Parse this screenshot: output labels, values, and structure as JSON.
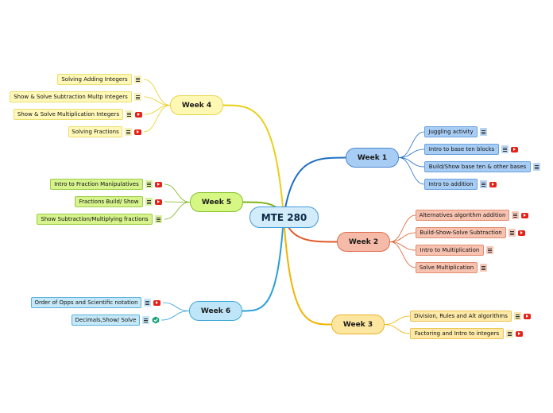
{
  "central": {
    "title": "MTE 280"
  },
  "branches": [
    {
      "label": "Week 1",
      "color": "#1f6fc4",
      "topics": [
        {
          "label": "Juggling activity",
          "icons": [
            "note-icon"
          ]
        },
        {
          "label": "Intro to base ten blocks",
          "icons": [
            "note-icon",
            "youtube-icon"
          ]
        },
        {
          "label": "Build/Show base ten & other bases",
          "icons": [
            "note-icon"
          ]
        },
        {
          "label": "Intro to addition",
          "icons": [
            "note-icon",
            "youtube-icon"
          ]
        }
      ]
    },
    {
      "label": "Week 2",
      "color": "#e05a2a",
      "topics": [
        {
          "label": "Alternatives algorithm addition",
          "icons": [
            "note-icon",
            "youtube-icon"
          ]
        },
        {
          "label": "Build-Show-Solve Subtraction",
          "icons": [
            "note-icon",
            "youtube-icon"
          ]
        },
        {
          "label": "Intro to Multiplication",
          "icons": [
            "note-icon"
          ]
        },
        {
          "label": "Solve Multiplication",
          "icons": [
            "note-icon"
          ]
        }
      ]
    },
    {
      "label": "Week 3",
      "color": "#f1b400",
      "topics": [
        {
          "label": "Division, Rules and Alt algorithms",
          "icons": [
            "note-icon",
            "youtube-icon"
          ]
        },
        {
          "label": "Factoring and Intro to integers",
          "icons": [
            "note-icon",
            "youtube-icon"
          ]
        }
      ]
    },
    {
      "label": "Week 4",
      "color": "#e8cf1a",
      "topics": [
        {
          "label": "Solving Adding Integers",
          "icons": [
            "note-icon"
          ]
        },
        {
          "label": "Show & Solve Subtraction Multp Integers",
          "icons": [
            "note-icon"
          ]
        },
        {
          "label": "Show & Solve Multiplication Integers",
          "icons": [
            "note-icon",
            "youtube-icon"
          ]
        },
        {
          "label": "Solving Fractions",
          "icons": [
            "note-icon",
            "youtube-icon"
          ]
        }
      ]
    },
    {
      "label": "Week 5",
      "color": "#7cb518",
      "topics": [
        {
          "label": "Intro to Fraction Manipulatives",
          "icons": [
            "note-icon",
            "youtube-icon"
          ]
        },
        {
          "label": "Fractions Build/ Show",
          "icons": [
            "note-icon",
            "youtube-icon"
          ]
        },
        {
          "label": "Show Subtraction/Multiplying fractions",
          "icons": [
            "note-icon"
          ]
        }
      ]
    },
    {
      "label": "Week 6",
      "color": "#2a9fd6",
      "topics": [
        {
          "label": "Order of Opps and Scientific notation",
          "icons": [
            "note-icon",
            "youtube-icon"
          ]
        },
        {
          "label": "Decimals,Show/ Solve",
          "icons": [
            "note-icon",
            "hexagon-link-icon"
          ]
        }
      ]
    }
  ]
}
